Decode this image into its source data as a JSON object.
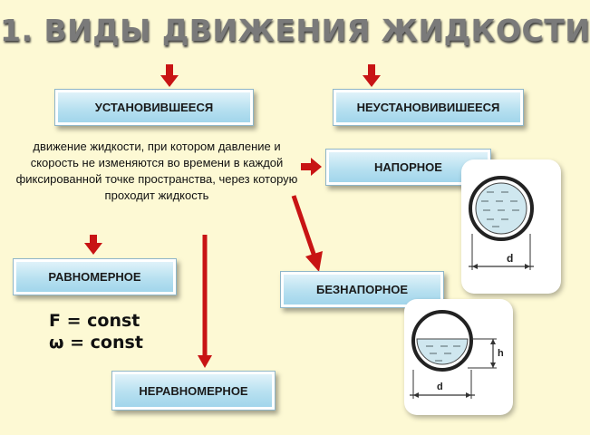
{
  "title": "1. ВИДЫ ДВИЖЕНИЯ ЖИДКОСТИ",
  "boxes": {
    "steady": "УСТАНОВИВШЕЕСЯ",
    "unsteady": "НЕУСТАНОВИВИШЕЕСЯ",
    "pressure": "НАПОРНОЕ",
    "uniform": "РАВНОМЕРНОЕ",
    "free_surface": "БЕЗНАПОРНОЕ",
    "nonuniform": "НЕРАВНОМЕРНОЕ"
  },
  "definition": "движение жидкости, при котором давление и скорость не изменяются во времени в каждой фиксированной точке пространства, через которую проходит жидкость",
  "formulas": [
    "F =  const",
    "ω = const"
  ],
  "pipe_full": {
    "label_d": "d"
  },
  "pipe_partial": {
    "label_h": "h",
    "label_d": "d"
  },
  "colors": {
    "arrow": "#c81414",
    "box_top": "#e6f5fb",
    "box_bottom": "#9dd3ea",
    "background": "#fdf9d4",
    "title": "#7a7a7a"
  }
}
